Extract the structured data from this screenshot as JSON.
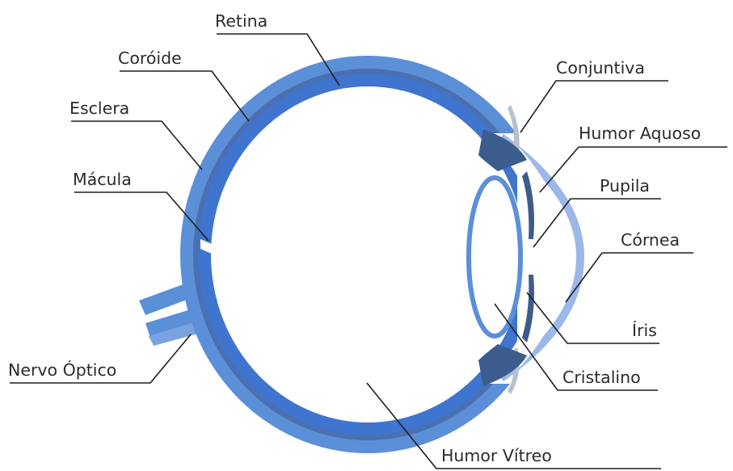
{
  "labels": {
    "retina": "Retina",
    "coroide": "Coróide",
    "esclera": "Esclera",
    "macula": "Mácula",
    "nervo_optico": "Nervo Óptico",
    "conjuntiva": "Conjuntiva",
    "humor_aquoso": "Humor Aquoso",
    "pupila": "Pupila",
    "cornea": "Córnea",
    "iris": "Íris",
    "cristalino": "Cristalino",
    "humor_vitreo": "Humor Vítreo"
  },
  "colors": {
    "sclera": "#5b8fd8",
    "retina_layer": "#4a70b0",
    "choroid_inner": "#3f74cf",
    "cornea_light": "#9bb8e8",
    "iris_dark": "#3d5c8e",
    "lens_outline": "#5b8fd8",
    "conjunctiva": "#b8c0cb",
    "nerve_light": "#7aa2e0",
    "leader_lines": "#1f1f1f"
  }
}
